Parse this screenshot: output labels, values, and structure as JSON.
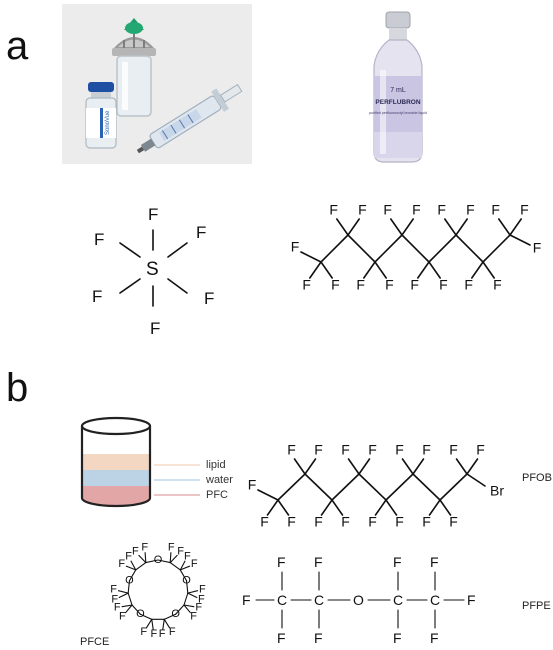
{
  "panels": {
    "a_label": "a",
    "b_label": "b"
  },
  "panel_a": {
    "photo_kit": {
      "vial_label": "SonoVue"
    },
    "photo_vial": {
      "volume_text": "7 mL",
      "brand_text": "PERFLUBRON",
      "sub_text": "purified perfluorooctyl bromide liquid"
    },
    "sf6": {
      "center": "S",
      "ligand": "F"
    },
    "perfluorooctane": {
      "ligand": "F"
    }
  },
  "panel_b": {
    "emulsion": {
      "layers": [
        "lipid",
        "water",
        "PFC"
      ],
      "colors": [
        "#f3d7c3",
        "#bcd3e6",
        "#e3a6a6"
      ]
    },
    "pfob": {
      "name": "PFOB",
      "ligand": "F",
      "end_group": "Br"
    },
    "pfce": {
      "name": "PFCE",
      "ligand": "F",
      "oxygen": "O"
    },
    "pfpe": {
      "name": "PFPE",
      "ligand": "F",
      "carbon": "C",
      "oxygen": "O"
    }
  }
}
